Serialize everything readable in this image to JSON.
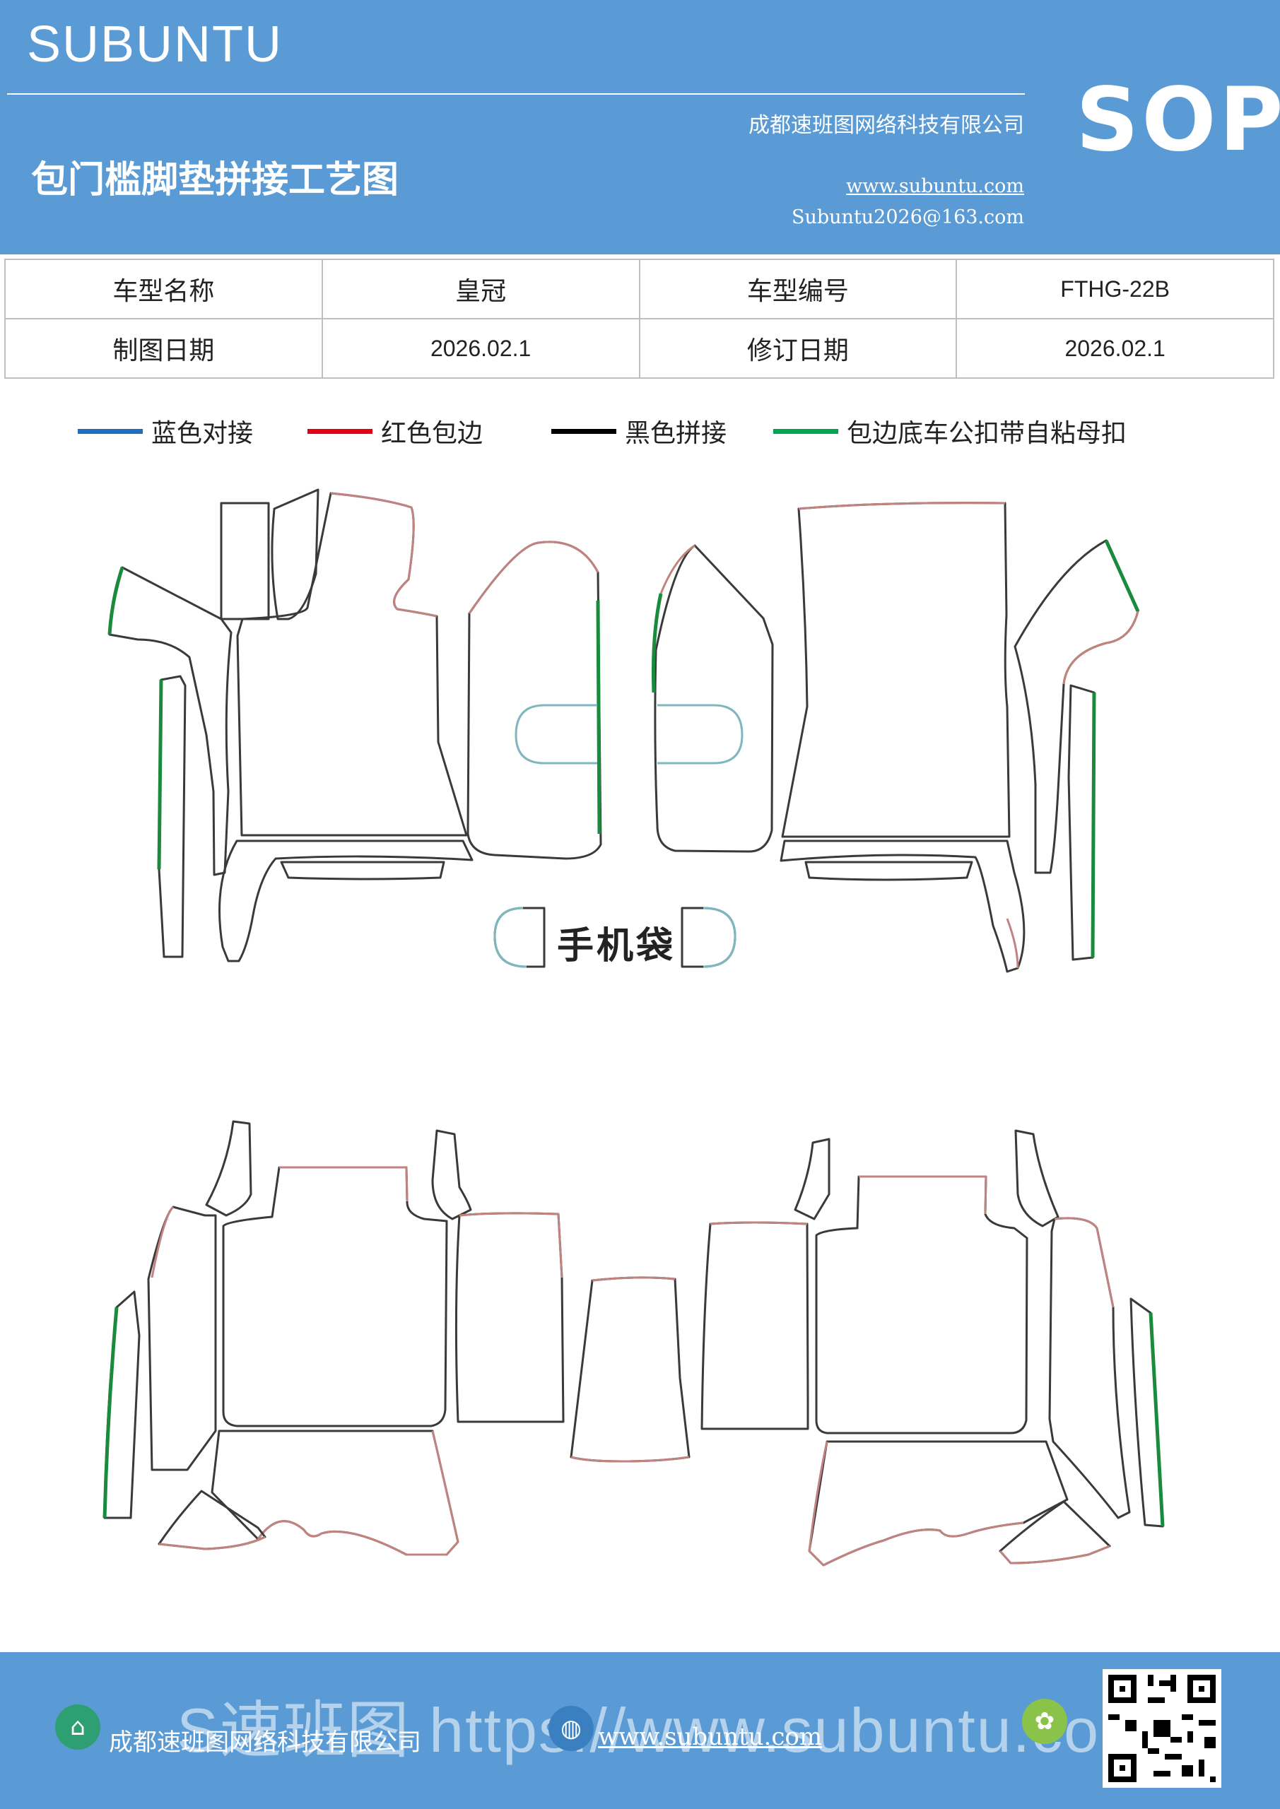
{
  "header": {
    "brand": "SUBUNTU",
    "title": "包门槛脚垫拼接工艺图",
    "company": "成都速班图网络科技有限公司",
    "website": "www.subuntu.com",
    "email": "Subuntu2026@163.com",
    "badge": "SOP"
  },
  "info_table": {
    "rows": [
      [
        "车型名称",
        "皇冠",
        "车型编号",
        "FTHG-22B"
      ],
      [
        "制图日期",
        "2026.02.1",
        "修订日期",
        "2026.02.1"
      ]
    ]
  },
  "legend": [
    {
      "label": "蓝色对接",
      "color": "#1f6fbf"
    },
    {
      "label": "红色包边",
      "color": "#e60012"
    },
    {
      "label": "黑色拼接",
      "color": "#000000"
    },
    {
      "label": "包边底车公扣带自粘母扣",
      "color": "#00a650"
    }
  ],
  "drawing": {
    "phone_bag_label": "手机袋",
    "colors": {
      "outline": "#3a3a3a",
      "edge": "#c0837f",
      "green": "#1a8a3c",
      "teal": "#7fb7bf"
    }
  },
  "footer": {
    "company": "成都速班图网络科技有限公司",
    "website": "www.subuntu.com",
    "watermark": "S速班图 https://www.subuntu.com"
  }
}
